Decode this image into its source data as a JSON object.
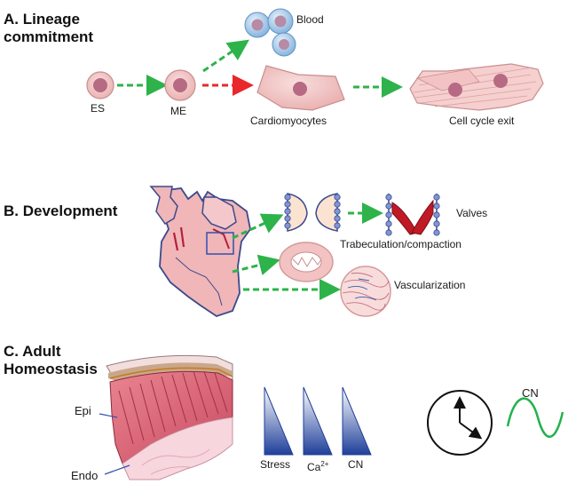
{
  "sections": {
    "a": {
      "title_line1": "A. Lineage",
      "title_line2": "commitment"
    },
    "b": {
      "title": "B. Development"
    },
    "c": {
      "title_line1": "C. Adult",
      "title_line2": "Homeostasis"
    }
  },
  "lineage": {
    "es": "ES",
    "me": "ME",
    "blood": "Blood",
    "cardiomyocytes": "Cardiomyocytes",
    "cell_cycle_exit": "Cell cycle exit"
  },
  "development": {
    "valves": "Valves",
    "trabeculation": "Trabeculation/compaction",
    "vascularization": "Vascularization"
  },
  "homeostasis": {
    "epi": "Epi",
    "endo": "Endo",
    "gradients": [
      "Stress",
      "Ca",
      "CN"
    ],
    "ca_superscript": "2+",
    "clock_wave_label": "CN"
  },
  "colors": {
    "arrow_green": "#2db34a",
    "arrow_red": "#e8282a",
    "cell_pink": "#f3c6c6",
    "nucleus": "#b76a83",
    "blood_blue": "#9fc6e8",
    "gradient_dark": "#1f3f9a",
    "wave_green": "#22b24c",
    "heart_outline": "#3b4a8c"
  }
}
